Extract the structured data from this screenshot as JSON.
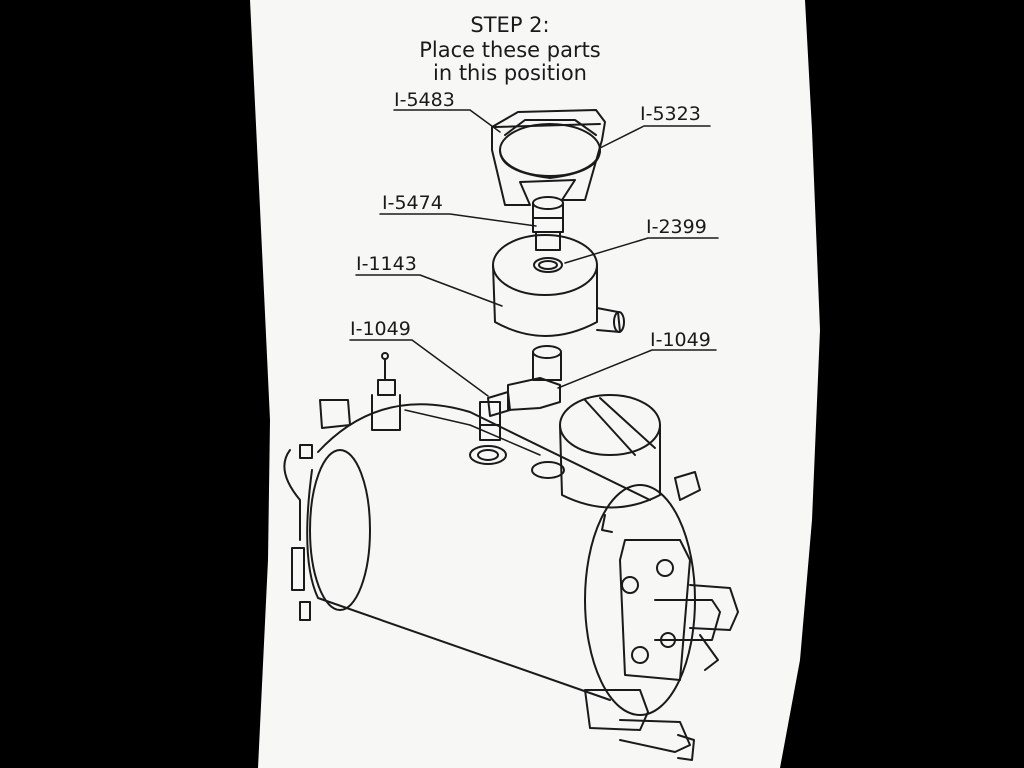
{
  "title": {
    "line1": "STEP 2:",
    "line2": "Place these parts",
    "line3": "in this position"
  },
  "labels": {
    "l5483": "I-5483",
    "l5323": "I-5323",
    "l5474": "I-5474",
    "l2399": "I-2399",
    "l1143": "I-1143",
    "l1049_left": "I-1049",
    "l1049_right": "I-1049"
  },
  "colors": {
    "paper": "#f7f7f5",
    "line": "#1a1a1a",
    "background": "#000000"
  }
}
